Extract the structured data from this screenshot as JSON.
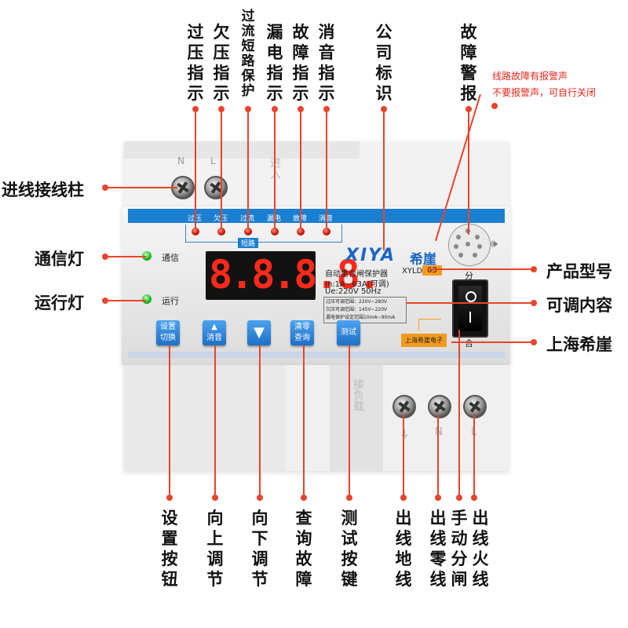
{
  "top_labels": {
    "overvoltage": "过压指示",
    "undervoltage": "欠压指示",
    "overcurrent_short": "过流短路保护",
    "leakage": "漏电指示",
    "fault": "故障指示",
    "mute": "消音指示",
    "company_logo": "公司标识",
    "fault_alarm": "故障警报"
  },
  "alarm_note": {
    "line1": "线路故障有报警声",
    "line2": "不要报警声，可自行关闭"
  },
  "left_labels": {
    "incoming_terminal": "进线接线柱",
    "comm_light": "通信灯",
    "run_light": "运行灯"
  },
  "right_labels": {
    "model": "产品型号",
    "adjustable": "可调内容",
    "brand": "上海希崖"
  },
  "bottom_labels": {
    "set_button": "设置按钮",
    "up_adjust": "向上调节",
    "down_adjust": "向下调节",
    "query_fault": "查询故障",
    "test_key": "测试按键",
    "out_ground": "出线地线",
    "out_neutral": "出线零线",
    "manual_switch": "手动分闸",
    "out_live": "出线火线"
  },
  "device": {
    "terminal_n": "N",
    "terminal_l": "L",
    "input_text": "进入",
    "indicator_labels": [
      "过压",
      "欠压",
      "过流",
      "漏电",
      "故障",
      "消音"
    ],
    "short_circuit": "短路",
    "comm": "通信",
    "run": "运行",
    "display": "8.8.8.8.",
    "logo": "XIYA",
    "logo_cn": "希崖",
    "product_name": "自动重合闸保护器",
    "current_range": "In:1A~63A(可调)",
    "voltage": "Ue:220V  50Hz",
    "spec1": "过压可调范围：220V~280V",
    "spec2": "欠压可调范围：145V~220V",
    "spec3": "漏电保护设定范围10mA~90mA",
    "model_prefix": "XYLD",
    "model_number": "63",
    "switch_open": "分",
    "switch_close": "合",
    "brand_tag": "上海希崖电子",
    "buttons": [
      {
        "line1": "设置",
        "line2": "切换"
      },
      {
        "line1": "▲",
        "line2": "消音"
      },
      {
        "line1": "▼",
        "line2": ""
      },
      {
        "line1": "清零",
        "line2": "查询"
      },
      {
        "line1": "测试",
        "line2": ""
      }
    ],
    "load_text": "接负载",
    "out_terminal_1": "⏚",
    "out_terminal_2": "N",
    "out_terminal_3": "L"
  },
  "colors": {
    "accent_line": "#e8442e",
    "panel_blue": "#1a7fd0",
    "button_blue": "#2e8ae0"
  }
}
